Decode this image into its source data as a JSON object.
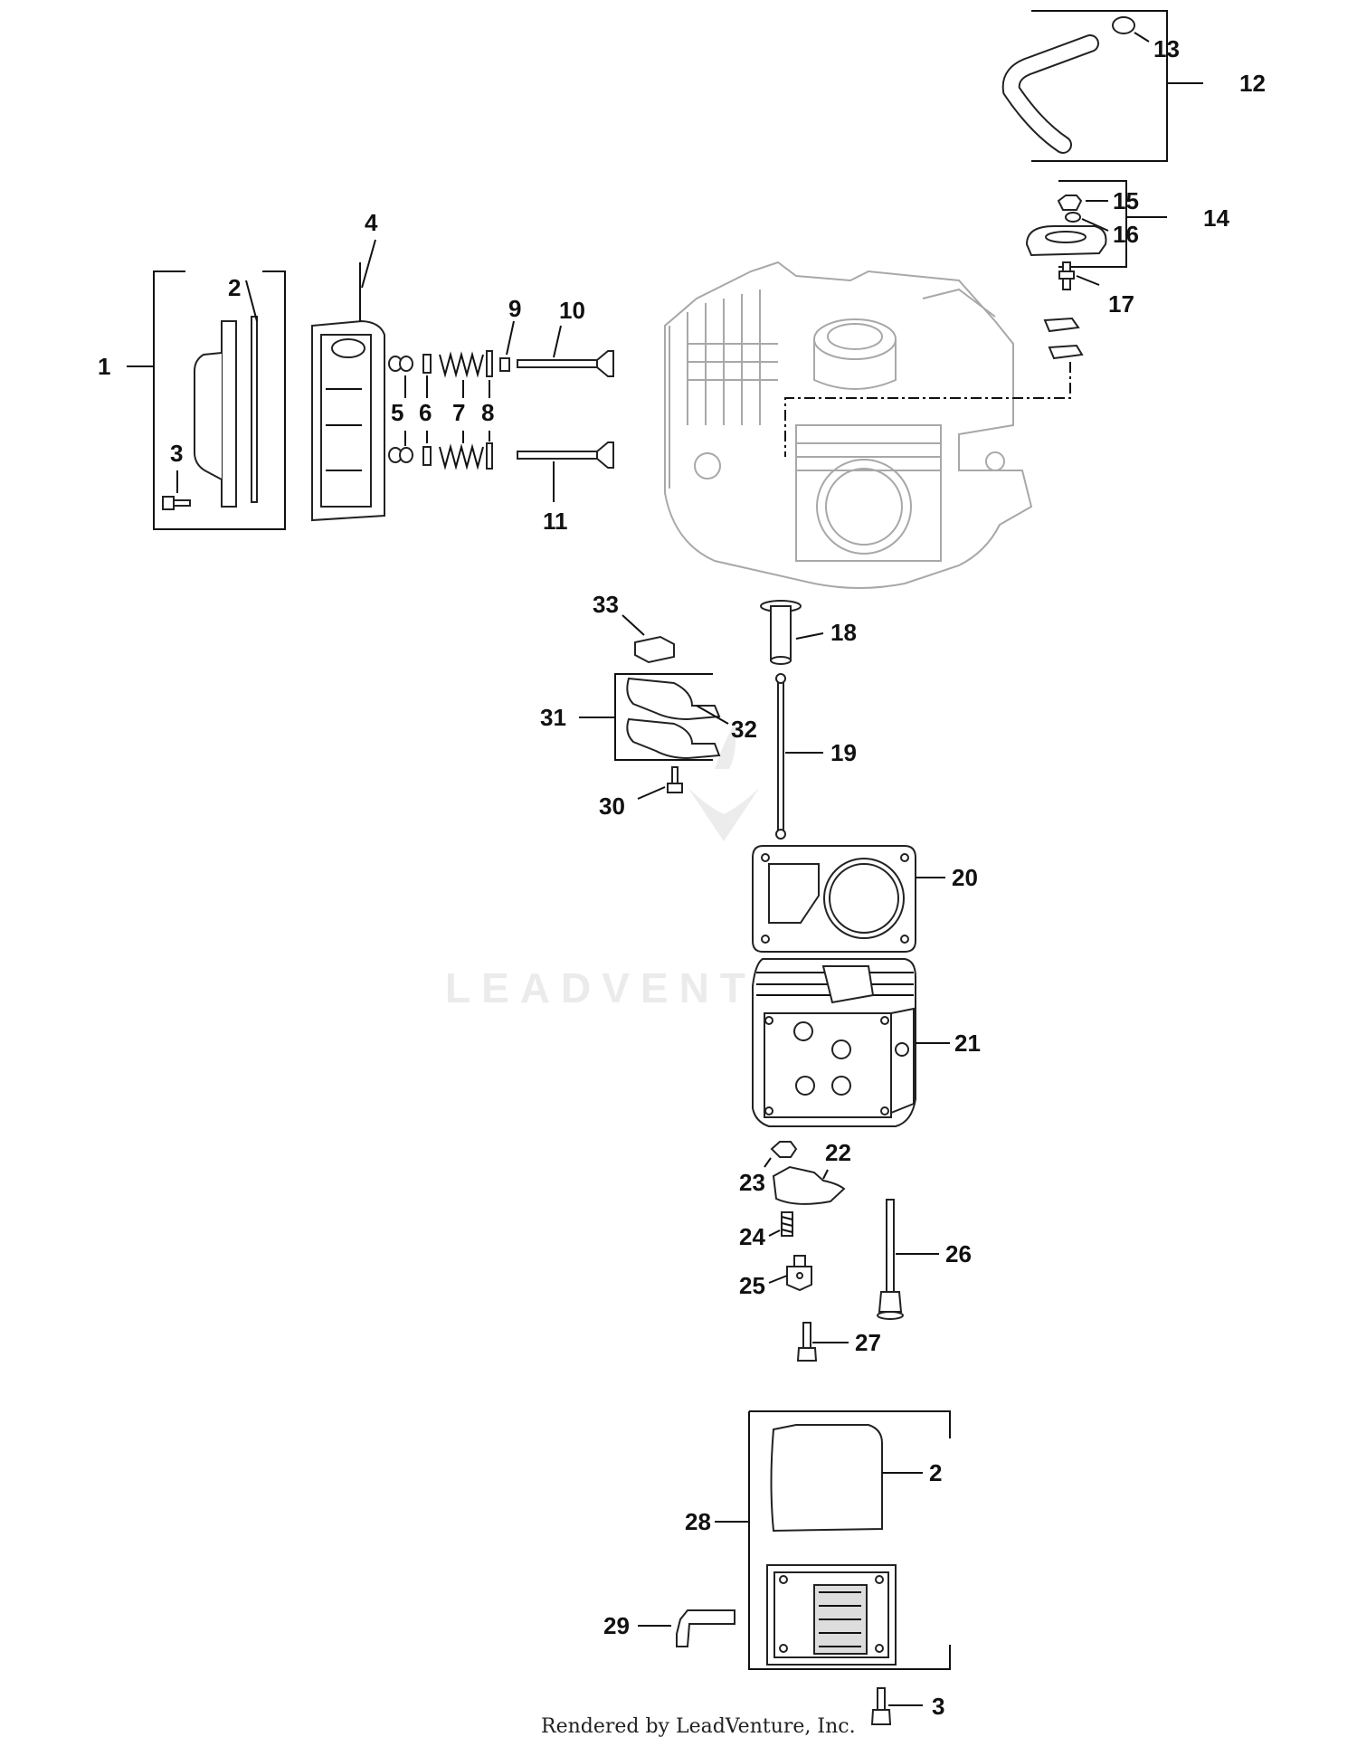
{
  "watermark": "LEADVENTURE",
  "footer": "Rendered by LeadVenture, Inc.",
  "callouts": [
    "1",
    "2",
    "3",
    "4",
    "5",
    "6",
    "7",
    "8",
    "9",
    "10",
    "11",
    "12",
    "13",
    "14",
    "15",
    "16",
    "17",
    "18",
    "19",
    "20",
    "21",
    "22",
    "23",
    "24",
    "25",
    "26",
    "27",
    "28",
    "2",
    "29",
    "3",
    "30",
    "31",
    "32",
    "33"
  ],
  "colors": {
    "line": "#111111",
    "engine_ghost": "#a8a8a8",
    "watermark": "#ebebeb"
  }
}
